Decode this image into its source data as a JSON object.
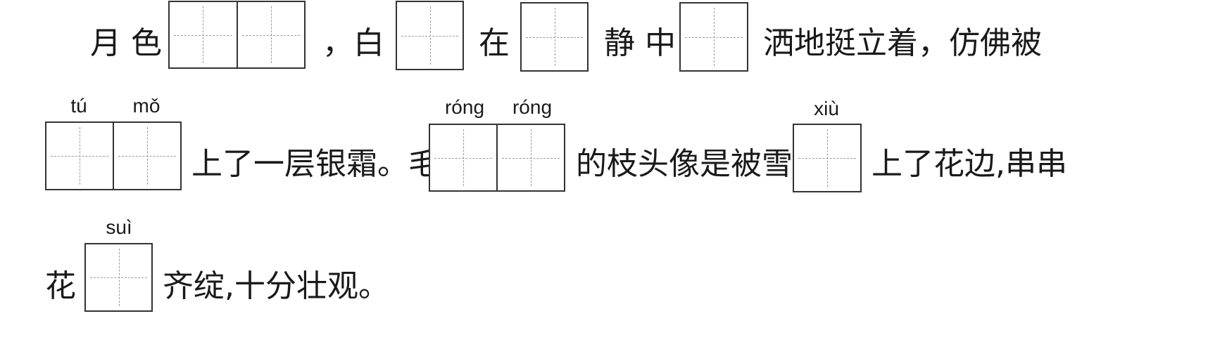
{
  "line1": {
    "t1": "月 色",
    "t2": "，白",
    "t3": "在",
    "t4": "静 中",
    "t5": "洒地挺立着，仿佛被"
  },
  "line2": {
    "t1": "上了一层银霜。毛",
    "t2": "的枝头像是被雪",
    "t3": "上了花边,串串"
  },
  "line3": {
    "t1": "花",
    "t2": "齐绽,十分壮观。"
  },
  "pinyin": {
    "tu": "tú",
    "mo": "mǒ",
    "rong1": "róng",
    "rong2": "róng",
    "xiu": "xiù",
    "sui": "suì"
  }
}
